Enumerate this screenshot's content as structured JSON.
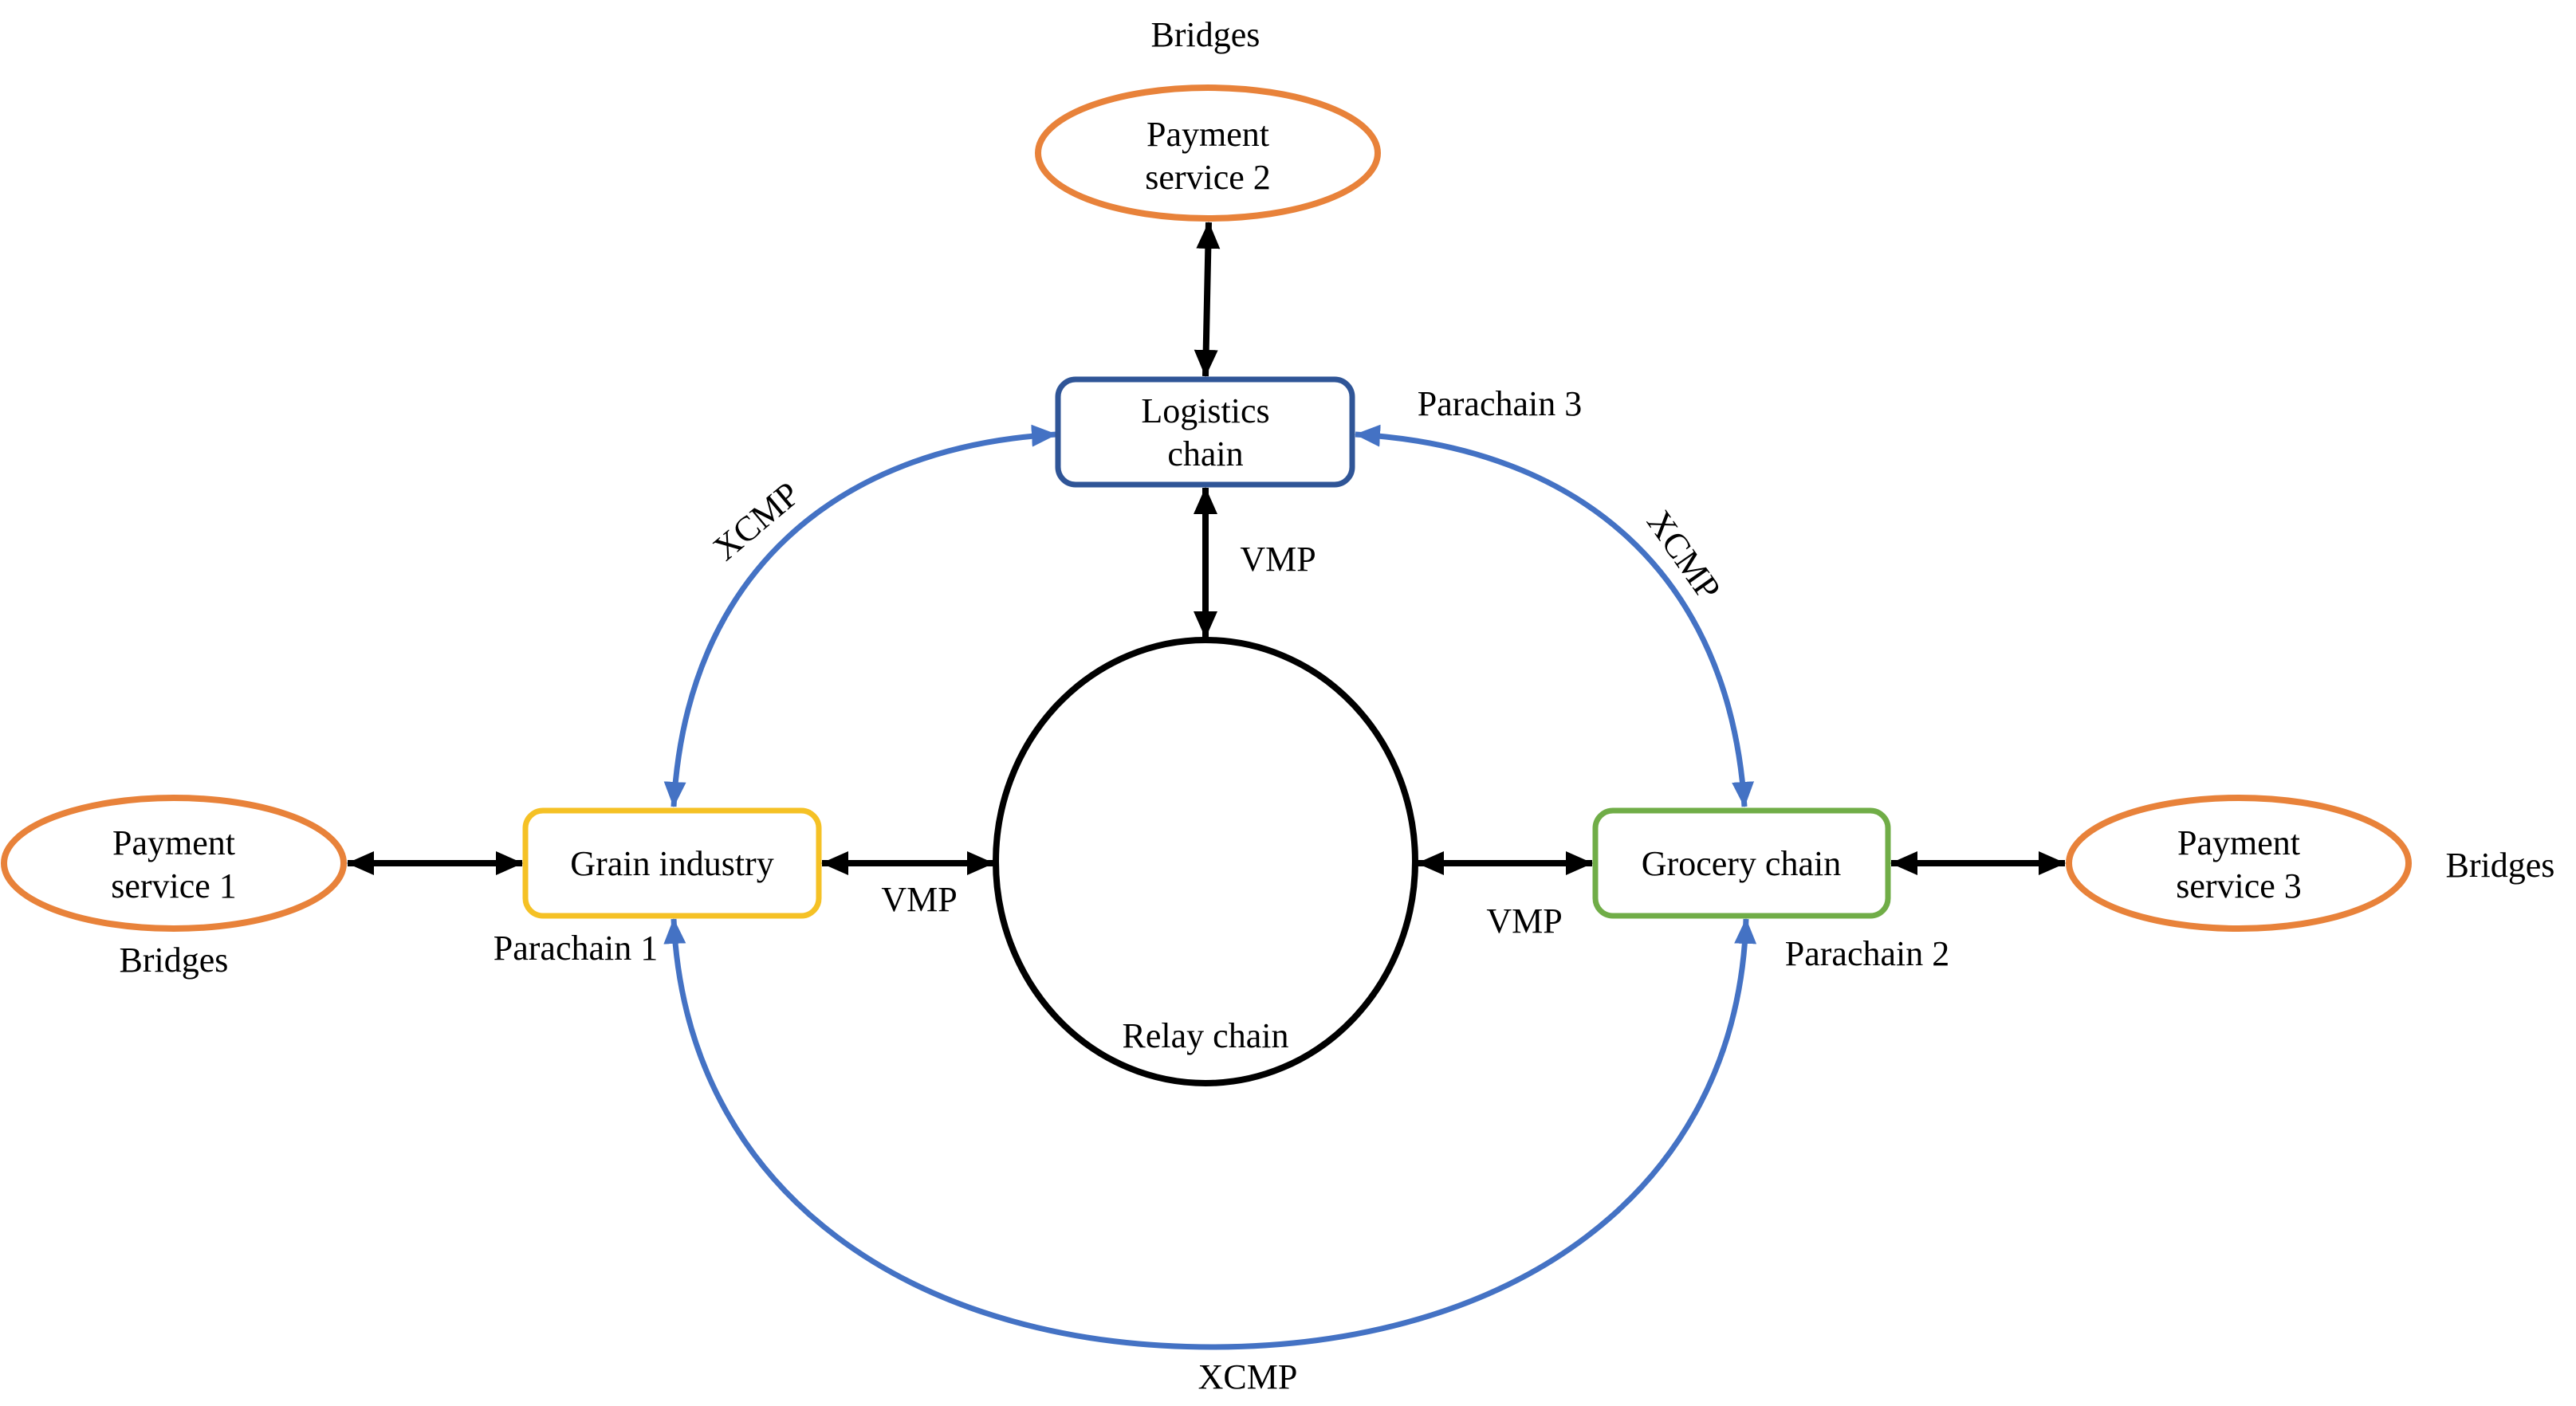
{
  "diagram": {
    "nodes": {
      "payment_service_1": {
        "line1": "Payment",
        "line2": "service 1",
        "type": "ellipse",
        "color": "#E8823A"
      },
      "payment_service_2": {
        "line1": "Payment",
        "line2": "service 2",
        "type": "ellipse",
        "color": "#E8823A"
      },
      "payment_service_3": {
        "line1": "Payment",
        "line2": "service 3",
        "type": "ellipse",
        "color": "#E8823A"
      },
      "grain_industry": {
        "label": "Grain industry",
        "type": "rounded-box",
        "color": "#F5C125"
      },
      "grocery_chain": {
        "label": "Grocery chain",
        "type": "rounded-box",
        "color": "#70AD47"
      },
      "logistics_chain": {
        "line1": "Logistics",
        "line2": "chain",
        "type": "rounded-box",
        "color": "#2F5597"
      },
      "relay_chain": {
        "label": "Relay chain",
        "type": "ellipse",
        "color": "#000000"
      }
    },
    "labels": {
      "bridges_top": "Bridges",
      "bridges_left": "Bridges",
      "bridges_right": "Bridges",
      "parachain_1": "Parachain 1",
      "parachain_2": "Parachain 2",
      "parachain_3": "Parachain 3",
      "vmp_top": "VMP",
      "vmp_left": "VMP",
      "vmp_right": "VMP",
      "xcmp_top_left": "XCMP",
      "xcmp_top_right": "XCMP",
      "xcmp_bottom": "XCMP"
    },
    "edges": [
      {
        "from": "payment_service_2",
        "to": "logistics_chain",
        "kind": "bridge",
        "bidirectional": true
      },
      {
        "from": "payment_service_1",
        "to": "grain_industry",
        "kind": "bridge",
        "bidirectional": true
      },
      {
        "from": "grocery_chain",
        "to": "payment_service_3",
        "kind": "bridge",
        "bidirectional": true
      },
      {
        "from": "logistics_chain",
        "to": "relay_chain",
        "kind": "VMP",
        "bidirectional": true
      },
      {
        "from": "grain_industry",
        "to": "relay_chain",
        "kind": "VMP",
        "bidirectional": true
      },
      {
        "from": "relay_chain",
        "to": "grocery_chain",
        "kind": "VMP",
        "bidirectional": true
      },
      {
        "from": "grain_industry",
        "to": "logistics_chain",
        "kind": "XCMP",
        "bidirectional": true
      },
      {
        "from": "logistics_chain",
        "to": "grocery_chain",
        "kind": "XCMP",
        "bidirectional": true
      },
      {
        "from": "grain_industry",
        "to": "grocery_chain",
        "kind": "XCMP",
        "bidirectional": true
      }
    ],
    "colors": {
      "bridge_ellipse": "#E8823A",
      "xcmp_arrow": "#4472C4",
      "vmp_arrow": "#000000"
    }
  }
}
